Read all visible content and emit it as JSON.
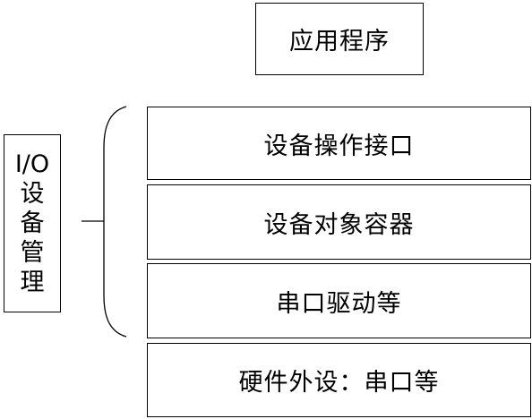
{
  "application": "应用程序",
  "layers": [
    "设备操作接口",
    "设备对象容器",
    "串口驱动等",
    "硬件外设：串口等"
  ],
  "io_management": [
    "I/O",
    "设",
    "备",
    "管",
    "理"
  ]
}
